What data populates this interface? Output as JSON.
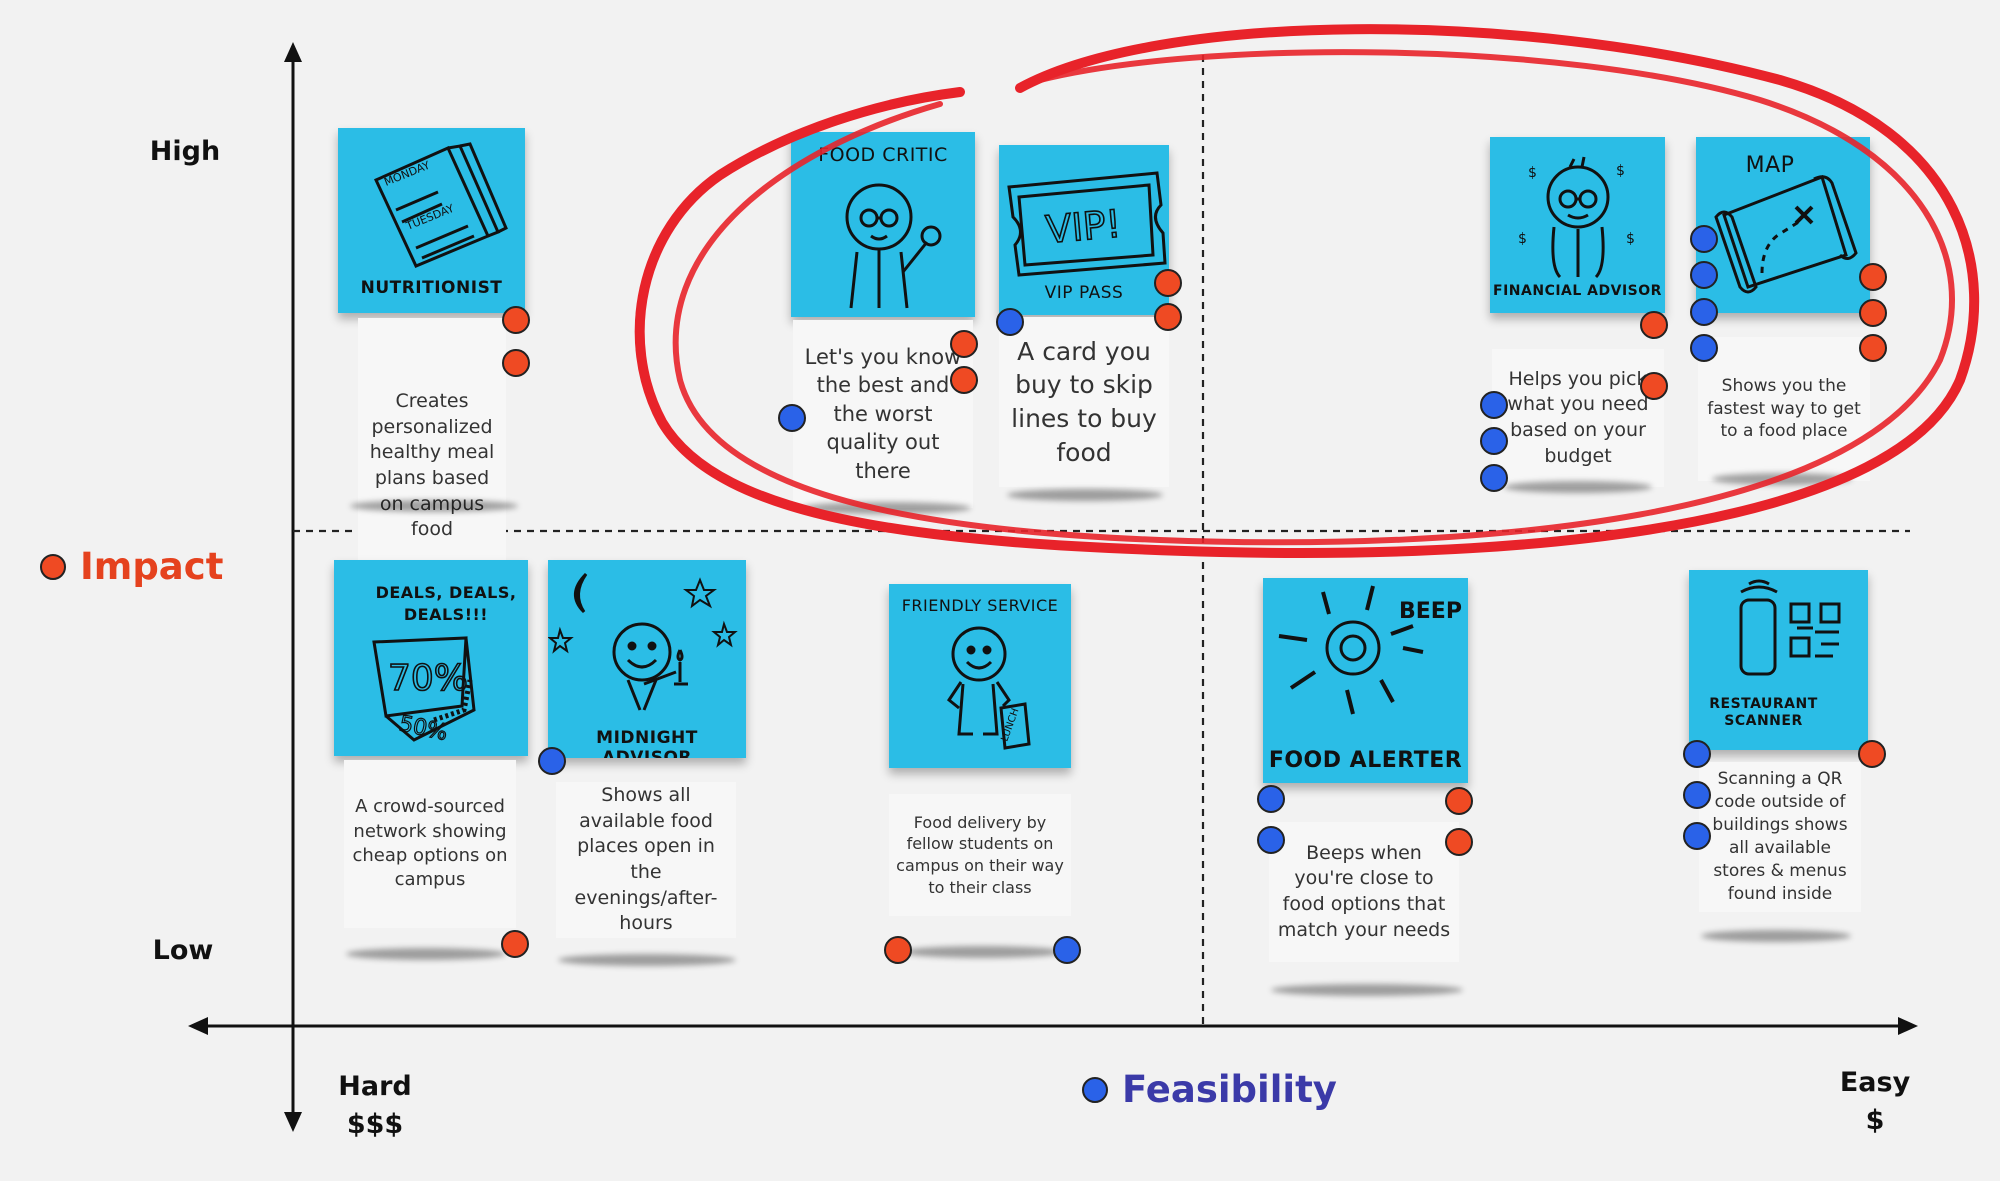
{
  "axes": {
    "y_high": "High",
    "y_low": "Low",
    "x_hard": "Hard",
    "x_hard_cost": "$$$",
    "x_easy": "Easy",
    "x_easy_cost": "$"
  },
  "legend": {
    "impact": {
      "label": "Impact",
      "color": "#ef4a23"
    },
    "feasibility": {
      "label": "Feasibility",
      "color": "#2a62e8"
    }
  },
  "colors": {
    "sticky": "#2bbde6",
    "highlight_circle": "#e8232a"
  },
  "notes": {
    "nutritionist": {
      "title": "NUTRITIONIST",
      "icon": "newspaper-icon",
      "sketch_words": [
        "MONDAY",
        "TUESDAY"
      ],
      "description": "Creates personalized healthy meal plans based on campus food",
      "impact_votes": 2,
      "feasibility_votes": 0
    },
    "food_critic": {
      "title": "FOOD CRITIC",
      "icon": "critic-with-magnifier-icon",
      "description": "Let's you know the best and the worst quality out there",
      "impact_votes": 2,
      "feasibility_votes": 1
    },
    "vip_pass": {
      "title": "VIP PASS",
      "icon": "ticket-icon",
      "sketch_words": [
        "VIP!"
      ],
      "description": "A card you buy to skip lines to buy food",
      "impact_votes": 2,
      "feasibility_votes": 1
    },
    "financial_advisor": {
      "title": "FINANCIAL ADVISOR",
      "icon": "advisor-with-dollar-signs-icon",
      "sketch_words": [
        "$",
        "$",
        "$",
        "$"
      ],
      "description": "Helps you pick what you need based on your budget",
      "impact_votes": 2,
      "feasibility_votes": 3
    },
    "map": {
      "title": "MAP",
      "icon": "treasure-map-icon",
      "description": "Shows you the fastest way to get to a food place",
      "impact_votes": 3,
      "feasibility_votes": 4
    },
    "deals": {
      "title": "DEALS, DEALS, DEALS!!!",
      "icon": "discount-tag-icon",
      "sketch_words": [
        "70%",
        "50%"
      ],
      "description": "A crowd-sourced network showing cheap options on campus",
      "impact_votes": 1,
      "feasibility_votes": 0
    },
    "midnight_advisor": {
      "title": "MIDNIGHT ADVISOR",
      "icon": "moon-and-candle-icon",
      "description": "Shows all available food places open in the evenings/after-hours",
      "impact_votes": 0,
      "feasibility_votes": 1
    },
    "friendly_service": {
      "title": "FRIENDLY SERVICE",
      "icon": "person-with-lunch-bag-icon",
      "sketch_words": [
        "LUNCH"
      ],
      "description": "Food delivery by fellow students on campus on their way to their class",
      "impact_votes": 1,
      "feasibility_votes": 1
    },
    "food_alerter": {
      "title": "FOOD ALERTER",
      "icon": "beeping-bell-icon",
      "sketch_words": [
        "BEEP"
      ],
      "description": "Beeps when you're close to food options that match your needs",
      "impact_votes": 2,
      "feasibility_votes": 2
    },
    "restaurant_scanner": {
      "title": "RESTAURANT SCANNER",
      "icon": "phone-qr-code-icon",
      "description": "Scanning a QR code outside of buildings shows all available stores & menus found inside",
      "impact_votes": 1,
      "feasibility_votes": 3
    }
  }
}
